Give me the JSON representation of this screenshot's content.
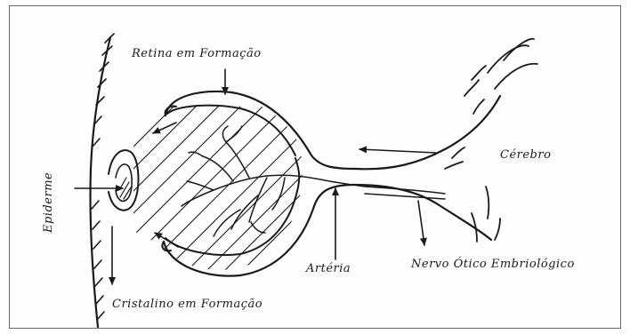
{
  "labels": {
    "retina": "Retina em Formação",
    "cerebro": "Cérebro",
    "epiderme": "Epiderme",
    "arteria": "Artéria",
    "nervo": "Nervo Ótico Embriológico",
    "cristalino": "Cristalino em Formação"
  },
  "colors": {
    "ink": "#1a1a1a",
    "frame": "#6a6a6a",
    "background": "#ffffff"
  }
}
